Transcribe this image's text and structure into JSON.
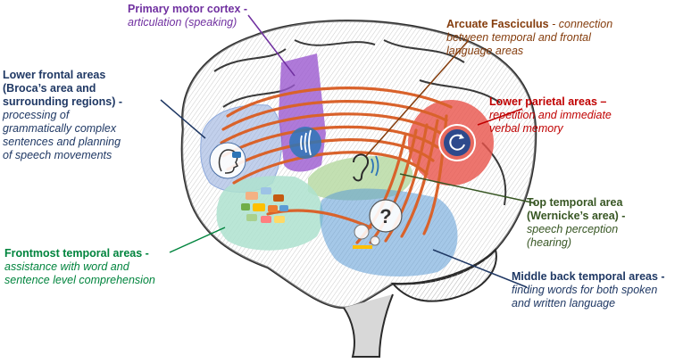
{
  "colors": {
    "motor": "#7030a0",
    "arcuate": "#843c0c",
    "broca": "#1f3864",
    "parietal": "#c00000",
    "wernicke": "#375623",
    "frontmost": "#00843d",
    "middleback": "#1f3864",
    "fiber": "#d9622b"
  },
  "labels": {
    "motor": {
      "title": "Primary motor cortex -",
      "desc": "articulation (speaking)"
    },
    "arcuate": {
      "title": "Arcuate Fasciculus",
      "desc": " - connection\nbetween temporal and frontal\nlanguage areas"
    },
    "broca": {
      "title": "Lower frontal areas\n(Broca’s area and\nsurrounding regions) -",
      "desc": "processing of\ngrammatically complex\nsentences and planning\nof speech movements"
    },
    "parietal": {
      "title": "Lower parietal areas –",
      "desc": "repetition and immediate\nverbal memory"
    },
    "wernicke": {
      "title": "Top temporal area\n(Wernicke’s area) -",
      "desc": "speech perception\n(hearing)"
    },
    "frontmost": {
      "title": "Frontmost temporal areas -",
      "desc": "assistance with word and\nsentence level comprehension"
    },
    "middleback": {
      "title": "Middle back temporal areas -",
      "desc": "finding words for both spoken\nand written language"
    }
  },
  "icons": {
    "broca": "speaking-head-icon",
    "motor": "sound-waves-icon",
    "parietal": "repeat-icon",
    "wernicke": "ear-icon",
    "frontmost": "speech-bubbles-icon",
    "middleback": "question-bubble-icon"
  }
}
